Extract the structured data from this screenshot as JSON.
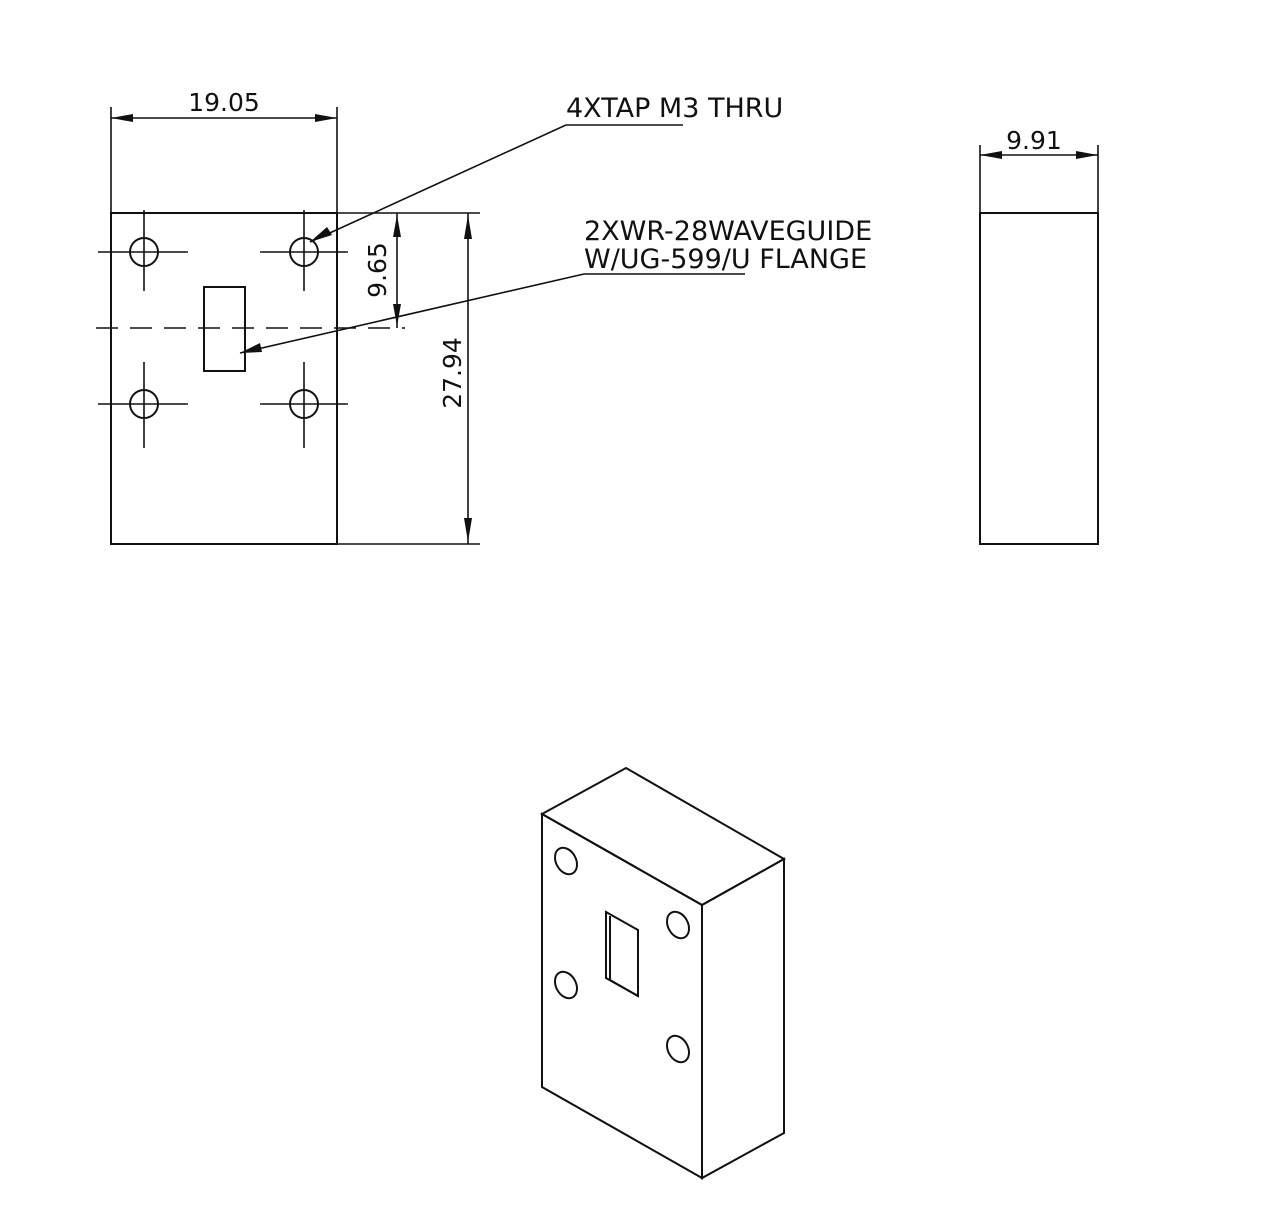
{
  "drawing": {
    "dimensions": {
      "width": "19.05",
      "height": "27.94",
      "hole_offset": "9.65",
      "thickness": "9.91"
    },
    "callouts": {
      "holes": "4XTAP M3 THRU",
      "waveguide_line1": "2XWR-28WAVEGUIDE",
      "waveguide_line2": "W/UG-599/U FLANGE"
    }
  }
}
